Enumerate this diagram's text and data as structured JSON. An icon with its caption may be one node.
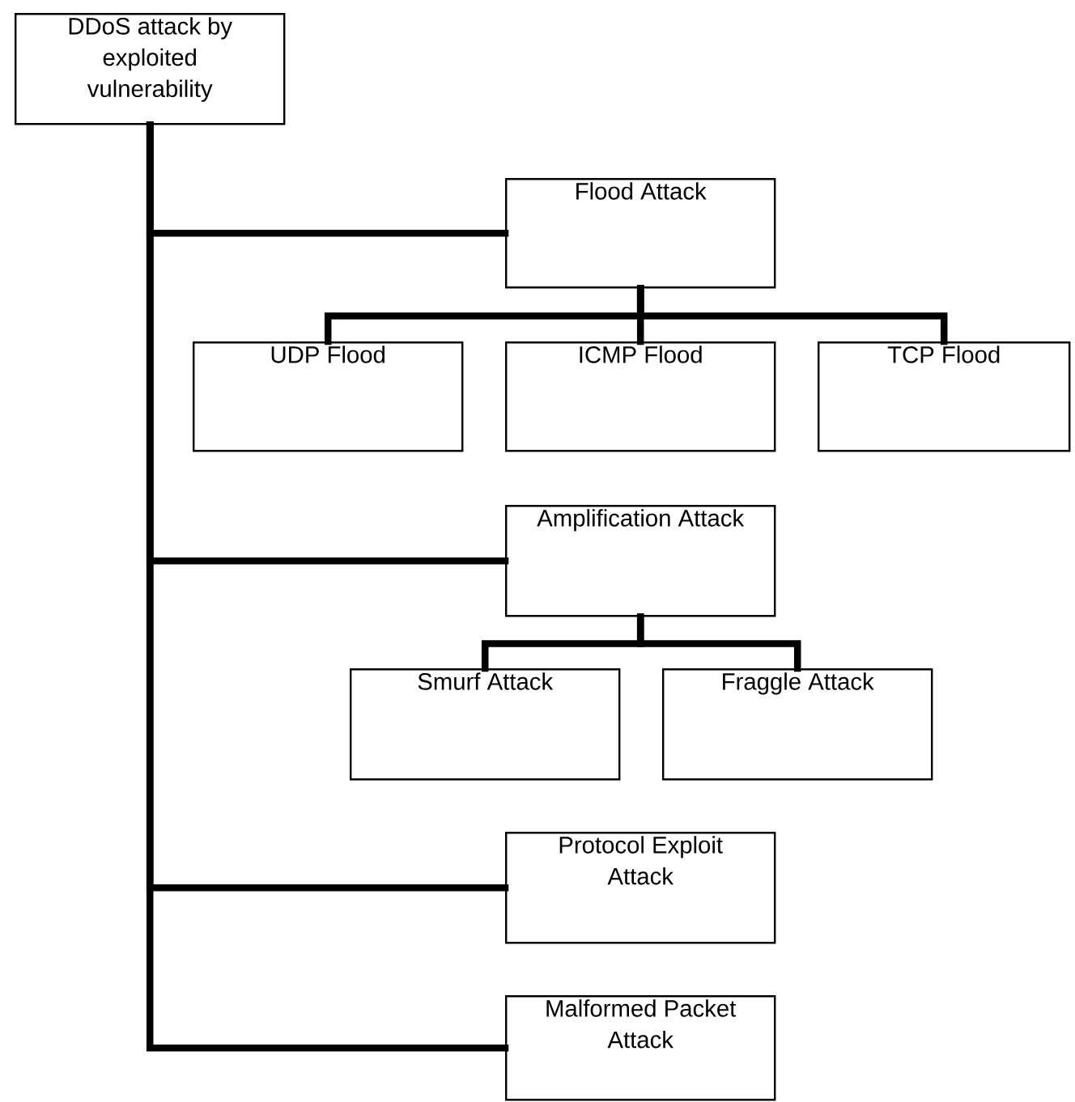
{
  "diagram": {
    "nodes": [
      {
        "text": [
          "DDoS attack by exploited vulnerability"
        ]
      },
      {
        "text": [
          "Flood Attack"
        ]
      },
      {
        "text": [
          "UDP Flood"
        ]
      },
      {
        "text": [
          "ICMP Flood"
        ]
      },
      {
        "text": [
          "TCP Flood"
        ]
      },
      {
        "text": [
          "Amplification Attack"
        ]
      },
      {
        "text": [
          "Smurf Attack"
        ]
      },
      {
        "text": [
          "Fraggle Attack"
        ]
      },
      {
        "text": [
          "Protocol Exploit Attack"
        ]
      },
      {
        "text": [
          "Malformed Packet Attack"
        ]
      }
    ],
    "edges": [
      {
        "from": 0,
        "to": 1,
        "arrow": "none"
      },
      {
        "from": 1,
        "to": 2,
        "arrow": "none"
      },
      {
        "from": 1,
        "to": 3,
        "arrow": "none"
      },
      {
        "from": 1,
        "to": 4,
        "arrow": "none"
      },
      {
        "from": 0,
        "to": 5,
        "arrow": "none"
      },
      {
        "from": 5,
        "to": 6,
        "arrow": "none"
      },
      {
        "from": 5,
        "to": 7,
        "arrow": "none"
      },
      {
        "from": 0,
        "to": 8,
        "arrow": "none"
      },
      {
        "from": 0,
        "to": 9,
        "arrow": "none"
      }
    ]
  }
}
